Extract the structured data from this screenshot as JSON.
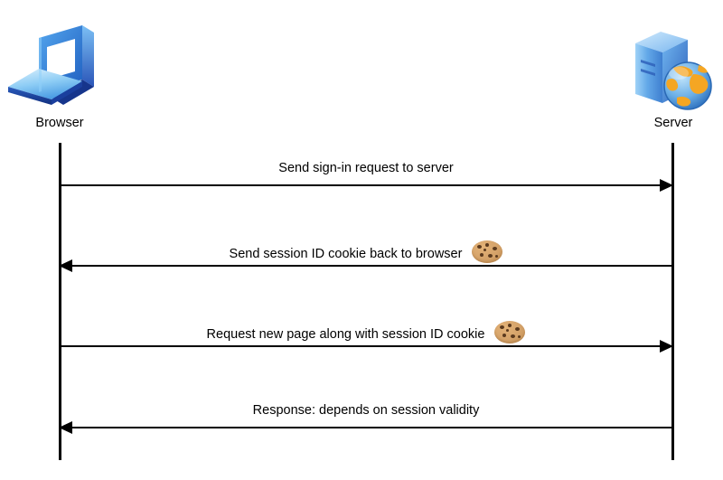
{
  "diagram": {
    "type": "sequence-diagram",
    "background_color": "#ffffff",
    "line_color": "#000000",
    "actors": [
      {
        "id": "browser",
        "label": "Browser",
        "icon": "laptop-icon",
        "icon_colors": [
          "#3f8fe0",
          "#9fd4f7",
          "#1c3fa8",
          "#ffffff"
        ]
      },
      {
        "id": "server",
        "label": "Server",
        "icon": "server-globe-icon",
        "icon_colors": [
          "#4f86d8",
          "#8fc4f2",
          "#f0a020",
          "#2b6fc4"
        ]
      }
    ],
    "messages": [
      {
        "index": 1,
        "from": "browser",
        "to": "server",
        "direction": "right",
        "label": "Send sign-in request to server",
        "cookie": false
      },
      {
        "index": 2,
        "from": "server",
        "to": "browser",
        "direction": "left",
        "label": "Send session ID cookie back to browser",
        "cookie": true,
        "cookie_icon": "cookie-icon"
      },
      {
        "index": 3,
        "from": "browser",
        "to": "server",
        "direction": "right",
        "label": "Request new page along with session ID cookie",
        "cookie": true,
        "cookie_icon": "cookie-icon"
      },
      {
        "index": 4,
        "from": "server",
        "to": "browser",
        "direction": "left",
        "label": "Response: depends on session validity",
        "cookie": false
      }
    ]
  }
}
